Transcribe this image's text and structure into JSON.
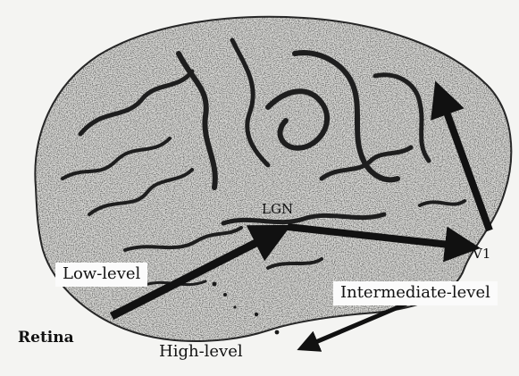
{
  "labels": {
    "lgn": "LGN",
    "v1": "V1",
    "low_level": "Low-level",
    "intermediate_level": "Intermediate-level",
    "high_level": "High-level",
    "retina": "Retina"
  }
}
